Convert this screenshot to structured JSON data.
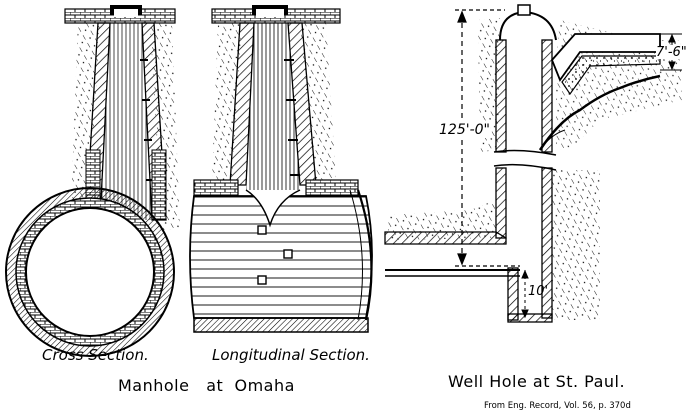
{
  "figure": {
    "cross_section_label": "Cross Section.",
    "longitudinal_section_label": "Longitudinal Section.",
    "manhole_title": "Manhole   at  Omaha",
    "well_hole_title": "Well Hole at St. Paul.",
    "source": "From Eng. Record, Vol. 56, p. 370d"
  },
  "dimensions": {
    "depth": "125'-0\"",
    "pipe_drop": "7'-6\"",
    "sump": "10'"
  }
}
